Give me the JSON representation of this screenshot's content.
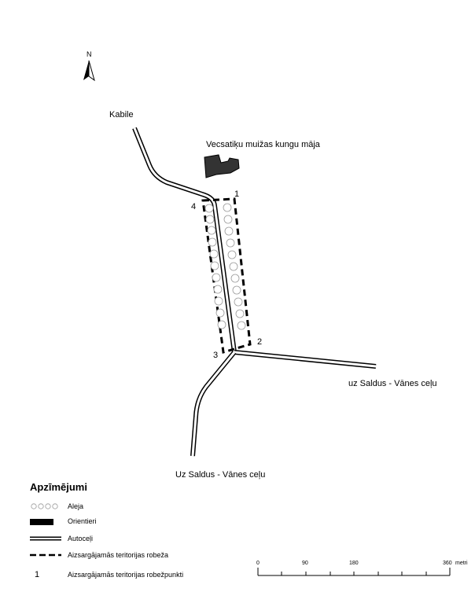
{
  "map": {
    "north_label": "N",
    "place_labels": {
      "kabile": "Kabile",
      "manor": "Vecsatiķu muižas kungu māja",
      "road_east": "uz Saldus - Vānes ceļu",
      "road_south": "Uz Saldus - Vānes ceļu"
    },
    "boundary_points": [
      "1",
      "2",
      "3",
      "4"
    ]
  },
  "legend": {
    "title": "Apzīmējumi",
    "items": [
      {
        "symbol": "alley-circles",
        "label": "Aleja"
      },
      {
        "symbol": "landmark-block",
        "label": "Orientieri"
      },
      {
        "symbol": "double-line",
        "label": "Autoceļi"
      },
      {
        "symbol": "dashed-line",
        "label": "Aizsargājamās teritorijas robeža"
      },
      {
        "symbol": "number",
        "number": "1",
        "label": "Aizsargājamās teritorijas robežpunkti"
      }
    ]
  },
  "scale_bar": {
    "ticks": [
      "0",
      "90",
      "180",
      "360"
    ],
    "unit": "metri"
  },
  "colors": {
    "ink": "#000000",
    "landmark_fill": "#333333",
    "background": "#ffffff"
  }
}
